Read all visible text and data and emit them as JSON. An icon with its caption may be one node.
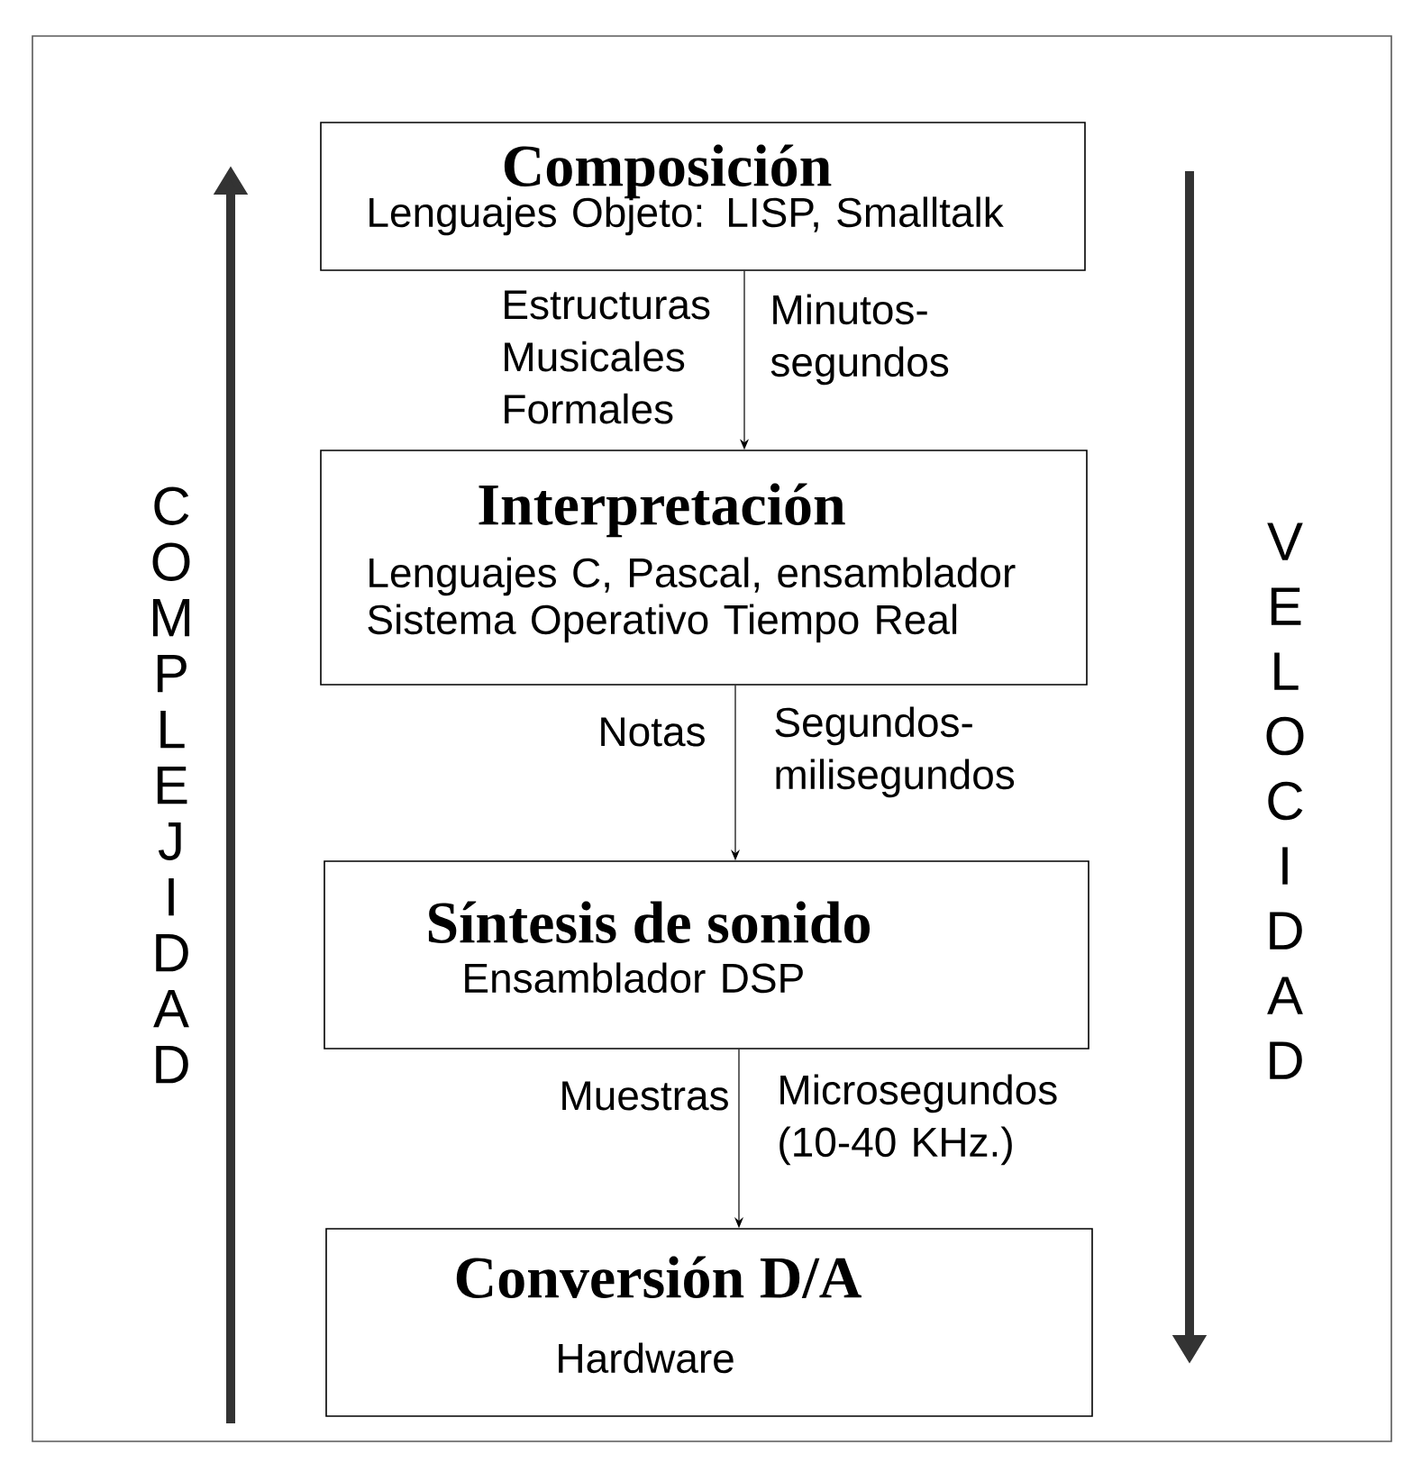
{
  "diagram": {
    "nodes": [
      {
        "text": [
          "Composición",
          "Lenguajes Objeto: LISP, Smalltalk"
        ]
      },
      {
        "text": [
          "Interpretación",
          "Lenguajes C, Pascal, ensamblador Sistema Operativo Tiempo Real"
        ]
      },
      {
        "text": [
          "Síntesis de sonido",
          "Ensamblador DSP"
        ]
      },
      {
        "text": [
          "Conversión D/A",
          "Hardware"
        ]
      }
    ],
    "edges": [
      {
        "from": 0,
        "to": 1,
        "arrow": "to",
        "label": "Estructuras Musicales Formales"
      },
      {
        "from": 1,
        "to": 2,
        "arrow": "to",
        "label": "Notas"
      },
      {
        "from": 2,
        "to": 3,
        "arrow": "to",
        "label": "Muestras"
      }
    ],
    "labels": [
      "COMPLEJIDAD",
      "Minutos- segundos",
      "Segundos- milisegundos",
      "Microsegundos (10-40 KHz.)",
      "VELOCIDAD"
    ]
  }
}
